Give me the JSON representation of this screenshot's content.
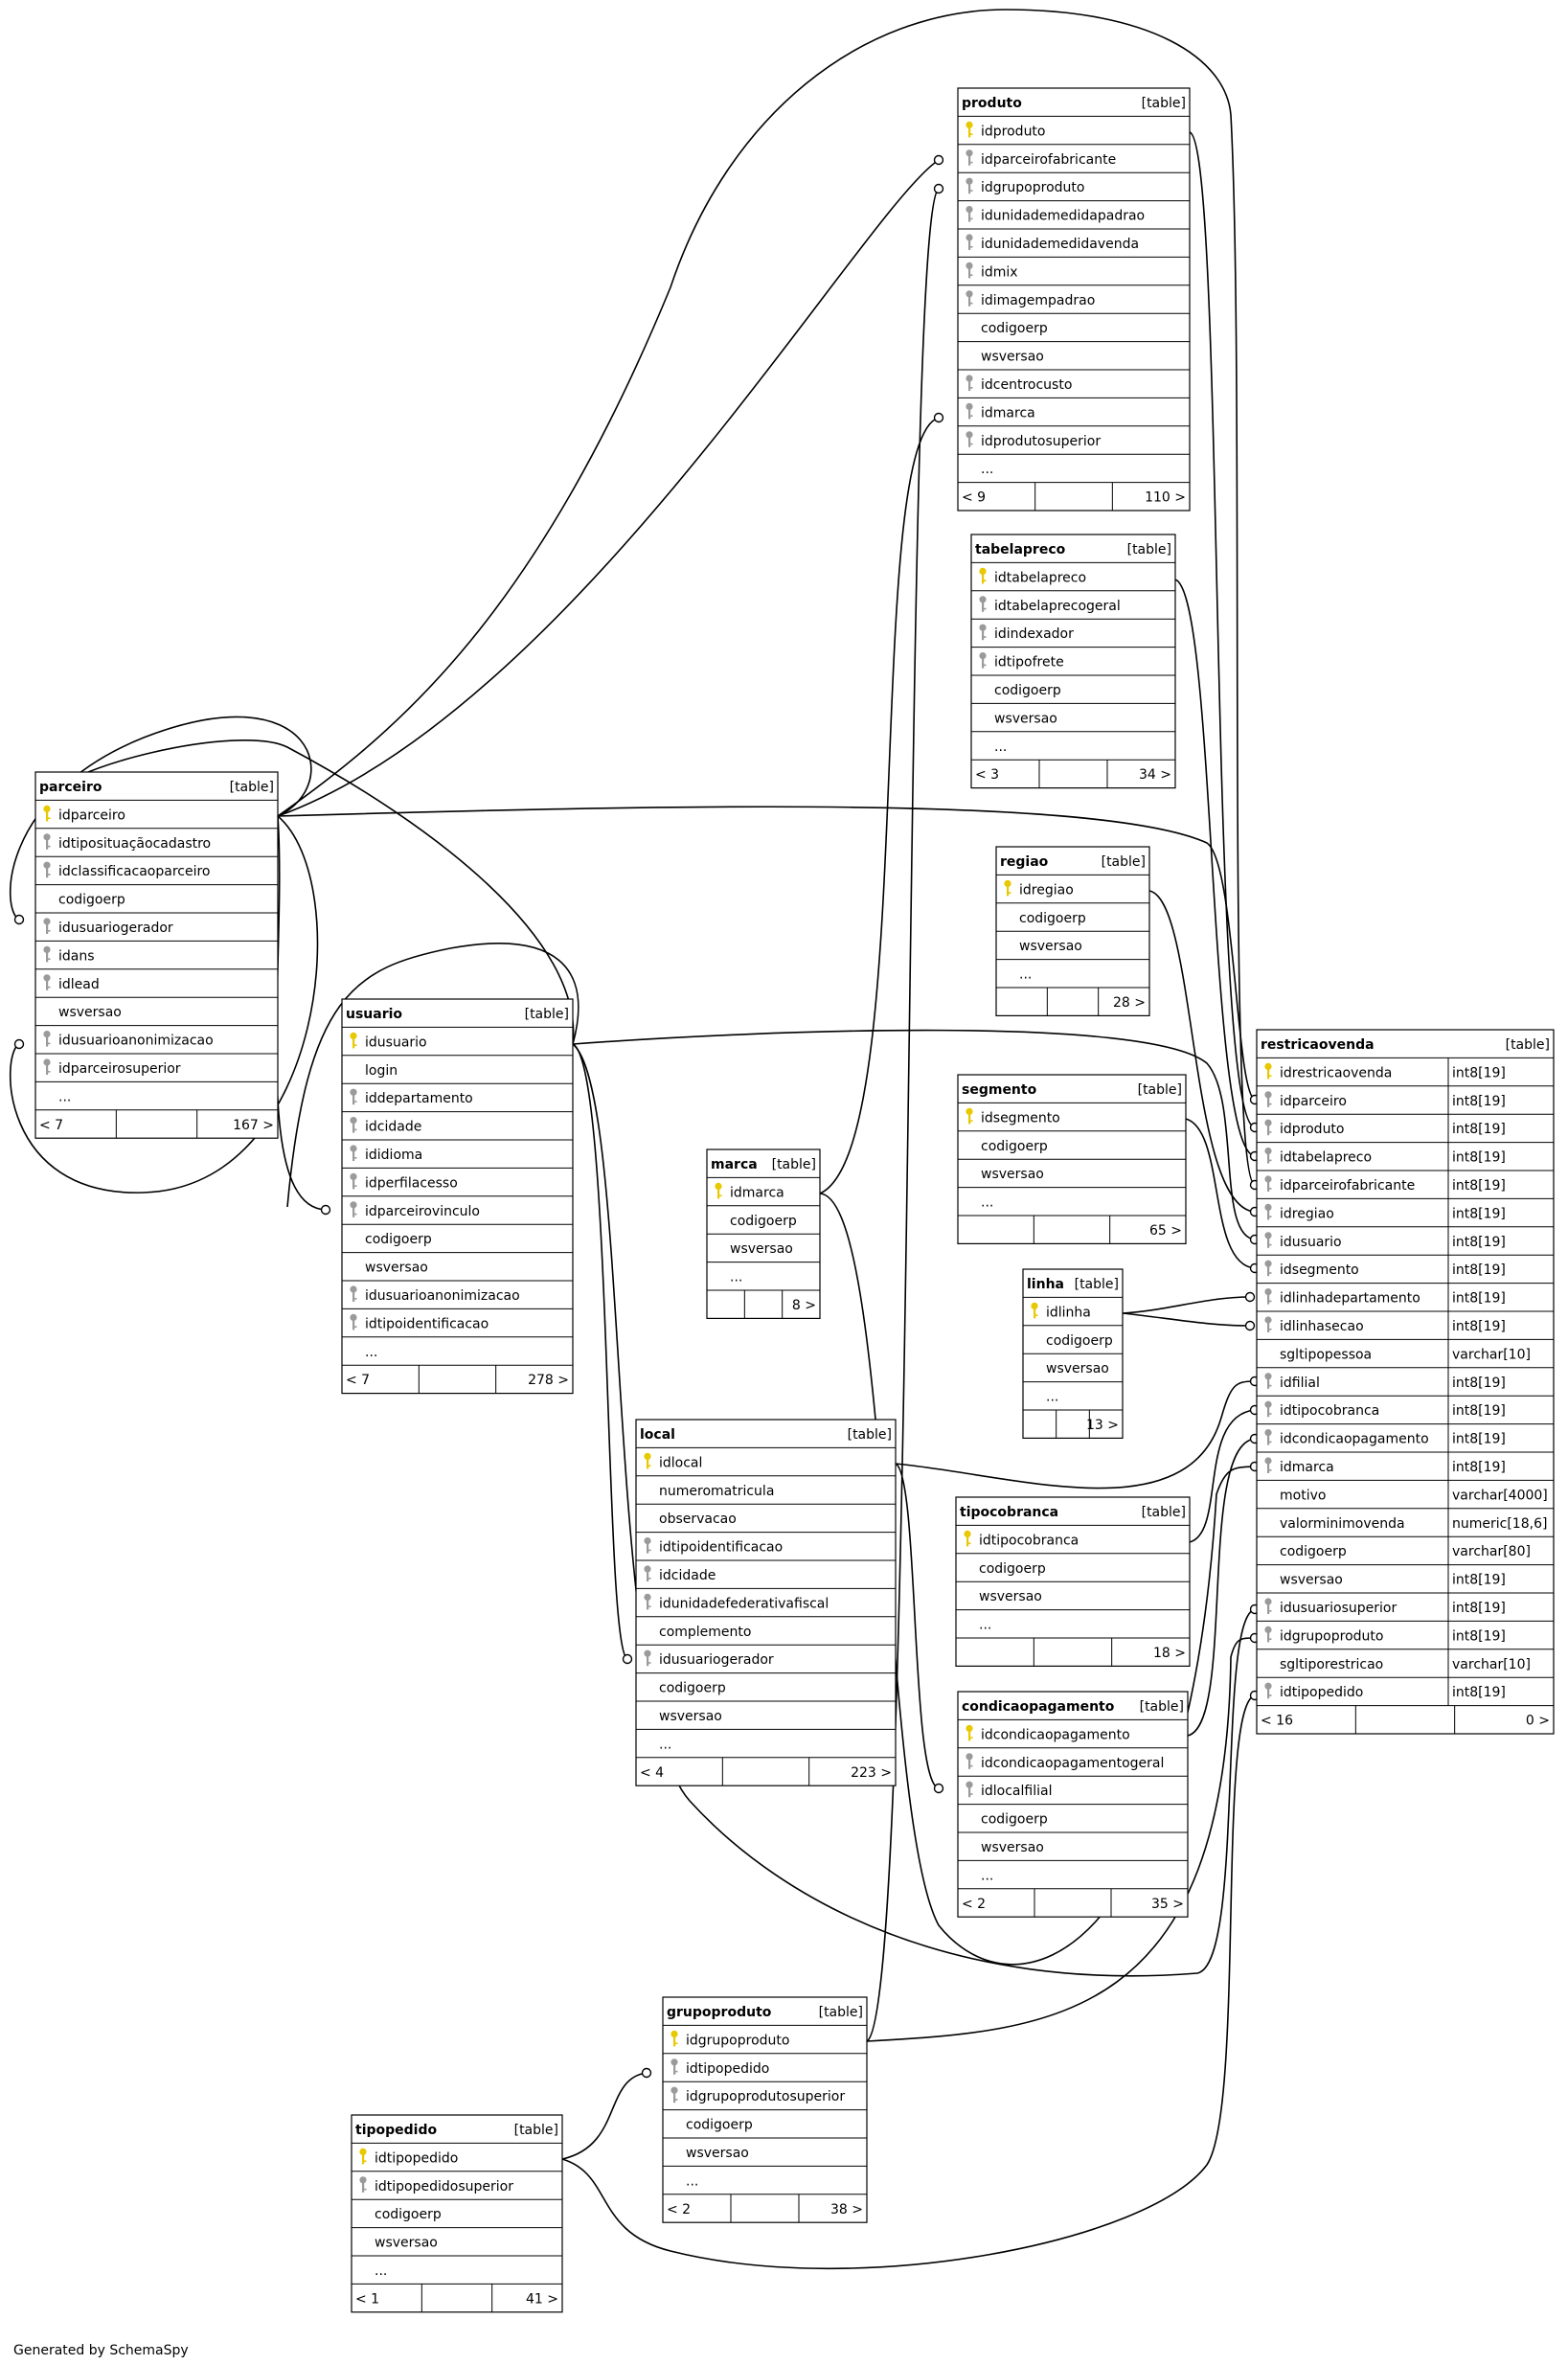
{
  "footer_text": "Generated by SchemaSpy",
  "colors": {
    "primary_key": "#e8c800",
    "foreign_key": "#9a9a9a",
    "header_bg": "#f4f4f4",
    "line": "#000000"
  },
  "tables": [
    {
      "id": "produto",
      "title": "produto",
      "tag": "[table]",
      "rows": [
        {
          "name": "idproduto",
          "key": "pk"
        },
        {
          "name": "idparceirofabricante",
          "key": "fk"
        },
        {
          "name": "idgrupoproduto",
          "key": "fk"
        },
        {
          "name": "idunidademedidapadrao",
          "key": "fk"
        },
        {
          "name": "idunidademedidavenda",
          "key": "fk"
        },
        {
          "name": "idmix",
          "key": "fk"
        },
        {
          "name": "idimagempadrao",
          "key": "fk"
        },
        {
          "name": "codigoerp",
          "key": ""
        },
        {
          "name": "wsversao",
          "key": ""
        },
        {
          "name": "idcentrocusto",
          "key": "fk"
        },
        {
          "name": "idmarca",
          "key": "fk"
        },
        {
          "name": "idprodutosuperior",
          "key": "fk"
        },
        {
          "name": "...",
          "key": ""
        }
      ],
      "footer": {
        "left": "< 9",
        "right": "110 >"
      }
    },
    {
      "id": "tabelapreco",
      "title": "tabelapreco",
      "tag": "[table]",
      "rows": [
        {
          "name": "idtabelapreco",
          "key": "pk"
        },
        {
          "name": "idtabelaprecogeral",
          "key": "fk"
        },
        {
          "name": "idindexador",
          "key": "fk"
        },
        {
          "name": "idtipofrete",
          "key": "fk"
        },
        {
          "name": "codigoerp",
          "key": ""
        },
        {
          "name": "wsversao",
          "key": ""
        },
        {
          "name": "...",
          "key": ""
        }
      ],
      "footer": {
        "left": "< 3",
        "right": "34 >"
      }
    },
    {
      "id": "regiao",
      "title": "regiao",
      "tag": "[table]",
      "rows": [
        {
          "name": "idregiao",
          "key": "pk"
        },
        {
          "name": "codigoerp",
          "key": ""
        },
        {
          "name": "wsversao",
          "key": ""
        },
        {
          "name": "...",
          "key": ""
        }
      ],
      "footer": {
        "left": "",
        "right": "28 >"
      }
    },
    {
      "id": "parceiro",
      "title": "parceiro",
      "tag": "[table]",
      "rows": [
        {
          "name": "idparceiro",
          "key": "pk"
        },
        {
          "name": "idtiposituaçãocadastro",
          "key": "fk"
        },
        {
          "name": "idclassificacaoparceiro",
          "key": "fk"
        },
        {
          "name": "codigoerp",
          "key": ""
        },
        {
          "name": "idusuariogerador",
          "key": "fk"
        },
        {
          "name": "idans",
          "key": "fk"
        },
        {
          "name": "idlead",
          "key": "fk"
        },
        {
          "name": "wsversao",
          "key": ""
        },
        {
          "name": "idusuarioanonimizacao",
          "key": "fk"
        },
        {
          "name": "idparceirosuperior",
          "key": "fk"
        },
        {
          "name": "...",
          "key": ""
        }
      ],
      "footer": {
        "left": "< 7",
        "right": "167 >"
      }
    },
    {
      "id": "usuario",
      "title": "usuario",
      "tag": "[table]",
      "rows": [
        {
          "name": "idusuario",
          "key": "pk"
        },
        {
          "name": "login",
          "key": ""
        },
        {
          "name": "iddepartamento",
          "key": "fk"
        },
        {
          "name": "idcidade",
          "key": "fk"
        },
        {
          "name": "ididioma",
          "key": "fk"
        },
        {
          "name": "idperfilacesso",
          "key": "fk"
        },
        {
          "name": "idparceirovinculo",
          "key": "fk"
        },
        {
          "name": "codigoerp",
          "key": ""
        },
        {
          "name": "wsversao",
          "key": ""
        },
        {
          "name": "idusuarioanonimizacao",
          "key": "fk"
        },
        {
          "name": "idtipoidentificacao",
          "key": "fk"
        },
        {
          "name": "...",
          "key": ""
        }
      ],
      "footer": {
        "left": "< 7",
        "right": "278 >"
      }
    },
    {
      "id": "segmento",
      "title": "segmento",
      "tag": "[table]",
      "rows": [
        {
          "name": "idsegmento",
          "key": "pk"
        },
        {
          "name": "codigoerp",
          "key": ""
        },
        {
          "name": "wsversao",
          "key": ""
        },
        {
          "name": "...",
          "key": ""
        }
      ],
      "footer": {
        "left": "",
        "right": "65 >"
      }
    },
    {
      "id": "marca",
      "title": "marca",
      "tag": "[table]",
      "rows": [
        {
          "name": "idmarca",
          "key": "pk"
        },
        {
          "name": "codigoerp",
          "key": ""
        },
        {
          "name": "wsversao",
          "key": ""
        },
        {
          "name": "...",
          "key": ""
        }
      ],
      "footer": {
        "left": "",
        "right": "8 >"
      }
    },
    {
      "id": "linha",
      "title": "linha",
      "tag": "[table]",
      "rows": [
        {
          "name": "idlinha",
          "key": "pk"
        },
        {
          "name": "codigoerp",
          "key": ""
        },
        {
          "name": "wsversao",
          "key": ""
        },
        {
          "name": "...",
          "key": ""
        }
      ],
      "footer": {
        "left": "",
        "right": "13 >"
      }
    },
    {
      "id": "local",
      "title": "local",
      "tag": "[table]",
      "rows": [
        {
          "name": "idlocal",
          "key": "pk"
        },
        {
          "name": "numeromatricula",
          "key": ""
        },
        {
          "name": "observacao",
          "key": ""
        },
        {
          "name": "idtipoidentificacao",
          "key": "fk"
        },
        {
          "name": "idcidade",
          "key": "fk"
        },
        {
          "name": "idunidadefederativafiscal",
          "key": "fk"
        },
        {
          "name": "complemento",
          "key": ""
        },
        {
          "name": "idusuariogerador",
          "key": "fk"
        },
        {
          "name": "codigoerp",
          "key": ""
        },
        {
          "name": "wsversao",
          "key": ""
        },
        {
          "name": "...",
          "key": ""
        }
      ],
      "footer": {
        "left": "< 4",
        "right": "223 >"
      }
    },
    {
      "id": "tipocobranca",
      "title": "tipocobranca",
      "tag": "[table]",
      "rows": [
        {
          "name": "idtipocobranca",
          "key": "pk"
        },
        {
          "name": "codigoerp",
          "key": ""
        },
        {
          "name": "wsversao",
          "key": ""
        },
        {
          "name": "...",
          "key": ""
        }
      ],
      "footer": {
        "left": "",
        "right": "18 >"
      }
    },
    {
      "id": "condicaopagamento",
      "title": "condicaopagamento",
      "tag": "[table]",
      "rows": [
        {
          "name": "idcondicaopagamento",
          "key": "pk"
        },
        {
          "name": "idcondicaopagamentogeral",
          "key": "fk"
        },
        {
          "name": "idlocalfilial",
          "key": "fk"
        },
        {
          "name": "codigoerp",
          "key": ""
        },
        {
          "name": "wsversao",
          "key": ""
        },
        {
          "name": "...",
          "key": ""
        }
      ],
      "footer": {
        "left": "< 2",
        "right": "35 >"
      }
    },
    {
      "id": "grupoproduto",
      "title": "grupoproduto",
      "tag": "[table]",
      "rows": [
        {
          "name": "idgrupoproduto",
          "key": "pk"
        },
        {
          "name": "idtipopedido",
          "key": "fk"
        },
        {
          "name": "idgrupoprodutosuperior",
          "key": "fk"
        },
        {
          "name": "codigoerp",
          "key": ""
        },
        {
          "name": "wsversao",
          "key": ""
        },
        {
          "name": "...",
          "key": ""
        }
      ],
      "footer": {
        "left": "< 2",
        "right": "38 >"
      }
    },
    {
      "id": "tipopedido",
      "title": "tipopedido",
      "tag": "[table]",
      "rows": [
        {
          "name": "idtipopedido",
          "key": "pk"
        },
        {
          "name": "idtipopedidosuperior",
          "key": "fk"
        },
        {
          "name": "codigoerp",
          "key": ""
        },
        {
          "name": "wsversao",
          "key": ""
        },
        {
          "name": "...",
          "key": ""
        }
      ],
      "footer": {
        "left": "< 1",
        "right": "41 >"
      }
    },
    {
      "id": "restricaovenda",
      "title": "restricaovenda",
      "tag": "[table]",
      "rows": [
        {
          "name": "idrestricaovenda",
          "type": "int8[19]",
          "key": "pk"
        },
        {
          "name": "idparceiro",
          "type": "int8[19]",
          "key": "fk"
        },
        {
          "name": "idproduto",
          "type": "int8[19]",
          "key": "fk"
        },
        {
          "name": "idtabelapreco",
          "type": "int8[19]",
          "key": "fk"
        },
        {
          "name": "idparceirofabricante",
          "type": "int8[19]",
          "key": "fk"
        },
        {
          "name": "idregiao",
          "type": "int8[19]",
          "key": "fk"
        },
        {
          "name": "idusuario",
          "type": "int8[19]",
          "key": "fk"
        },
        {
          "name": "idsegmento",
          "type": "int8[19]",
          "key": "fk"
        },
        {
          "name": "idlinhadepartamento",
          "type": "int8[19]",
          "key": "fk"
        },
        {
          "name": "idlinhasecao",
          "type": "int8[19]",
          "key": "fk"
        },
        {
          "name": "sgltipopessoa",
          "type": "varchar[10]",
          "key": ""
        },
        {
          "name": "idfilial",
          "type": "int8[19]",
          "key": "fk"
        },
        {
          "name": "idtipocobranca",
          "type": "int8[19]",
          "key": "fk"
        },
        {
          "name": "idcondicaopagamento",
          "type": "int8[19]",
          "key": "fk"
        },
        {
          "name": "idmarca",
          "type": "int8[19]",
          "key": "fk"
        },
        {
          "name": "motivo",
          "type": "varchar[4000]",
          "key": ""
        },
        {
          "name": "valorminimovenda",
          "type": "numeric[18,6]",
          "key": ""
        },
        {
          "name": "codigoerp",
          "type": "varchar[80]",
          "key": ""
        },
        {
          "name": "wsversao",
          "type": "int8[19]",
          "key": ""
        },
        {
          "name": "idusuariosuperior",
          "type": "int8[19]",
          "key": "fk"
        },
        {
          "name": "idgrupoproduto",
          "type": "int8[19]",
          "key": "fk"
        },
        {
          "name": "sgltiporestricao",
          "type": "varchar[10]",
          "key": ""
        },
        {
          "name": "idtipopedido",
          "type": "int8[19]",
          "key": "fk"
        }
      ],
      "footer": {
        "left": "< 16",
        "right": "0 >"
      }
    }
  ]
}
